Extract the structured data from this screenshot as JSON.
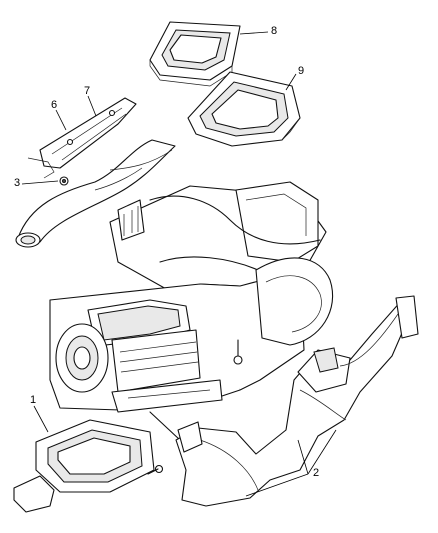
{
  "callouts": [
    {
      "id": "c1",
      "text": "1"
    },
    {
      "id": "c2",
      "text": "2"
    },
    {
      "id": "c3",
      "text": "3"
    },
    {
      "id": "c6",
      "text": "6"
    },
    {
      "id": "c7",
      "text": "7"
    },
    {
      "id": "c8",
      "text": "8"
    },
    {
      "id": "c9",
      "text": "9"
    }
  ]
}
